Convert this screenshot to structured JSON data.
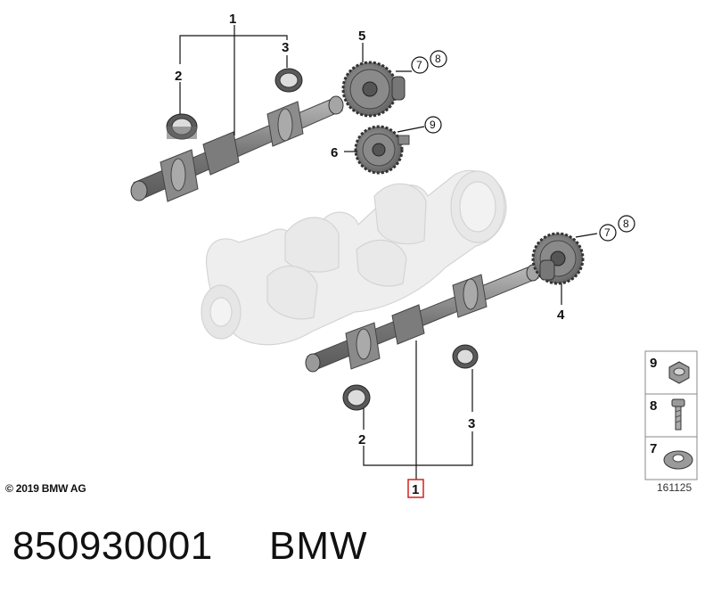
{
  "callouts": {
    "c1_top": "1",
    "c2_top": "2",
    "c3_top": "3",
    "c5": "5",
    "c7a": "7",
    "c8a": "8",
    "c9a": "9",
    "c6": "6",
    "c7b": "7",
    "c8b": "8",
    "c4": "4",
    "c2_bottom": "2",
    "c3_bottom": "3",
    "c1_bottom": "1"
  },
  "legend": {
    "item9": "9",
    "item8": "8",
    "item7": "7"
  },
  "copyright": "© 2019 BMW AG",
  "drawing_number": "161125",
  "part_number": "850930001",
  "brand": "BMW",
  "colors": {
    "highlight_box": "#d62020",
    "part_gray": "#8a8a8a",
    "ghost_gray": "#e6e6e6"
  }
}
